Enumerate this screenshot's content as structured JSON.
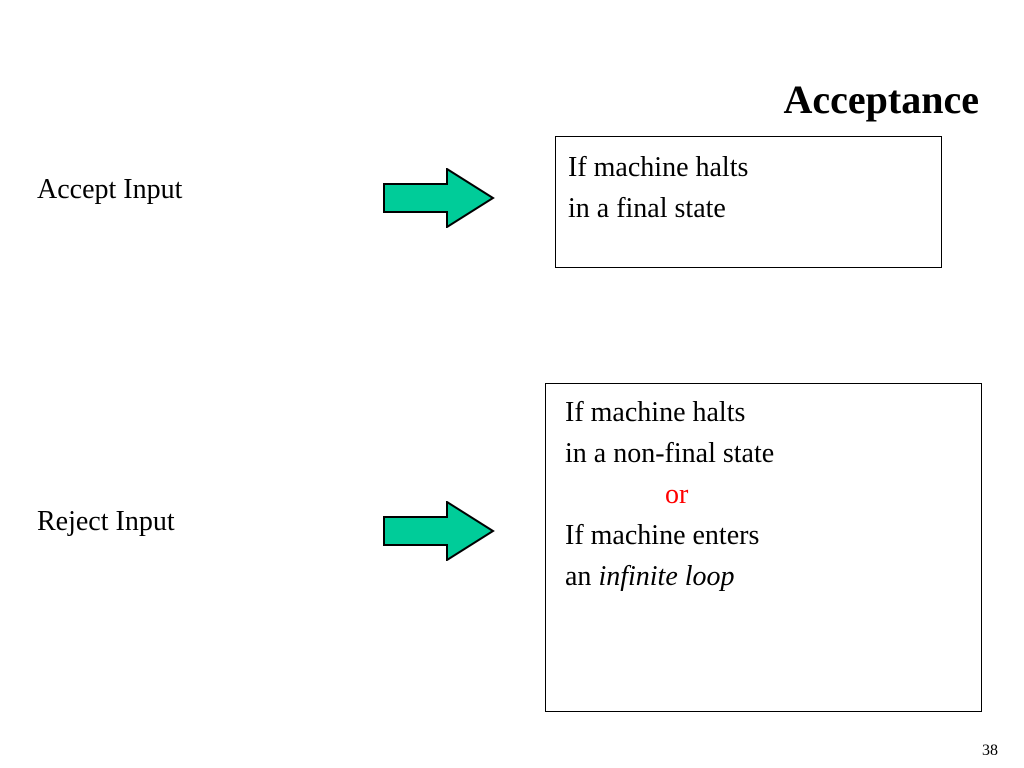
{
  "slide": {
    "title": "Acceptance",
    "page_number": "38"
  },
  "accept": {
    "label": "Accept Input",
    "condition_lines": [
      "If machine halts",
      "in a final state"
    ]
  },
  "reject": {
    "label": "Reject Input",
    "condition_lines": [
      "If machine  halts",
      "in a non-final state"
    ],
    "or_text": "or",
    "second_condition_lines": [
      "If machine enters"
    ],
    "loop_prefix": "an ",
    "loop_emphasis": "infinite loop"
  },
  "colors": {
    "arrow_fill": "#00cc99",
    "arrow_stroke": "#000000",
    "or_text": "#ff0000"
  }
}
